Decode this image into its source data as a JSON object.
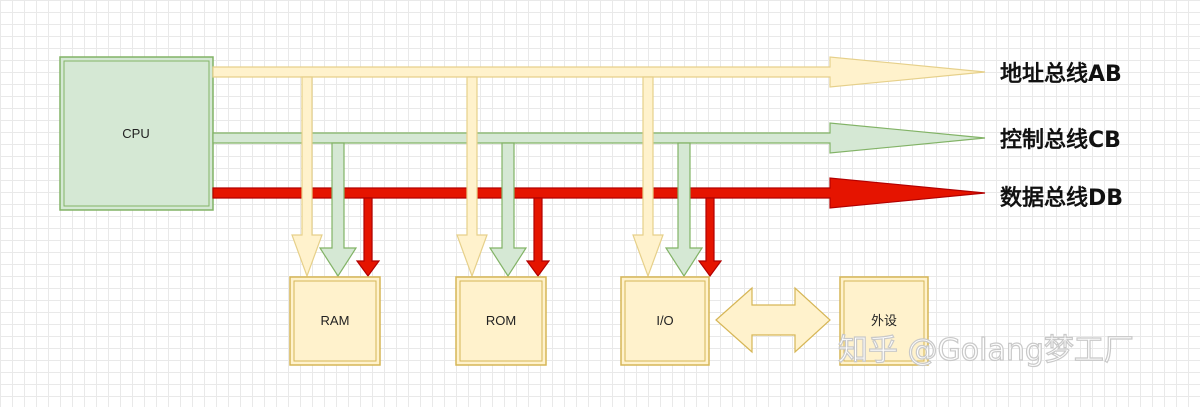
{
  "colors": {
    "address": "#fff2cc",
    "address_stroke": "#e6d08a",
    "control": "#d5e8d4",
    "control_stroke": "#82b366",
    "data": "#e51400",
    "data_stroke": "#b20000"
  },
  "cpu": {
    "label": "CPU"
  },
  "buses": [
    {
      "key": "address",
      "label": "地址总线AB"
    },
    {
      "key": "control",
      "label": "控制总线CB"
    },
    {
      "key": "data",
      "label": "数据总线DB"
    }
  ],
  "components": [
    {
      "key": "ram",
      "label": "RAM"
    },
    {
      "key": "rom",
      "label": "ROM"
    },
    {
      "key": "io",
      "label": "I/O"
    },
    {
      "key": "peripheral",
      "label": "外设"
    }
  ],
  "watermark": "知乎 @Golang梦工厂"
}
